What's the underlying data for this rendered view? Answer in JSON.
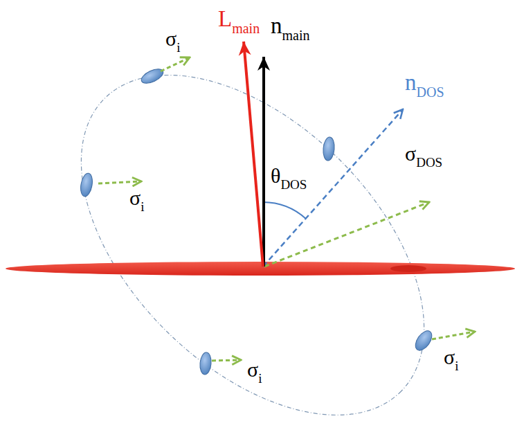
{
  "diagram": {
    "labels": [
      "Lmain",
      "σi",
      "nmain",
      "nDOS",
      "σi",
      "θDOS",
      "σDOS",
      "σi",
      "σi"
    ]
  }
}
